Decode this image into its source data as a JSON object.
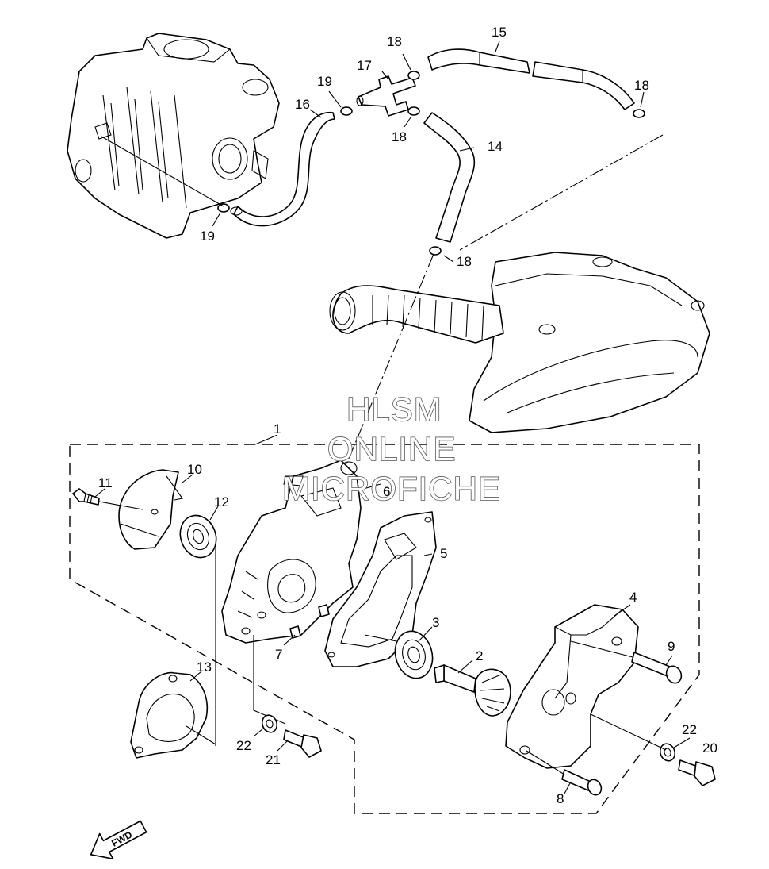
{
  "watermark": {
    "line1": "HLSM",
    "line2": "ONLINE",
    "line3": "MICROFICHE"
  },
  "direction_arrow": {
    "label": "FWD",
    "icon": "fwd-arrow-icon"
  },
  "callouts": {
    "c1": "1",
    "c2": "2",
    "c3": "3",
    "c4": "4",
    "c5": "5",
    "c6": "6",
    "c7": "7",
    "c8": "8",
    "c9": "9",
    "c10": "10",
    "c11": "11",
    "c12": "12",
    "c13": "13",
    "c14": "14",
    "c15": "15",
    "c16": "16",
    "c17": "17",
    "c18a": "18",
    "c18b": "18",
    "c18c": "18",
    "c18d": "18",
    "c19a": "19",
    "c19b": "19",
    "c20": "20",
    "c21": "21",
    "c22a": "22",
    "c22b": "22"
  }
}
